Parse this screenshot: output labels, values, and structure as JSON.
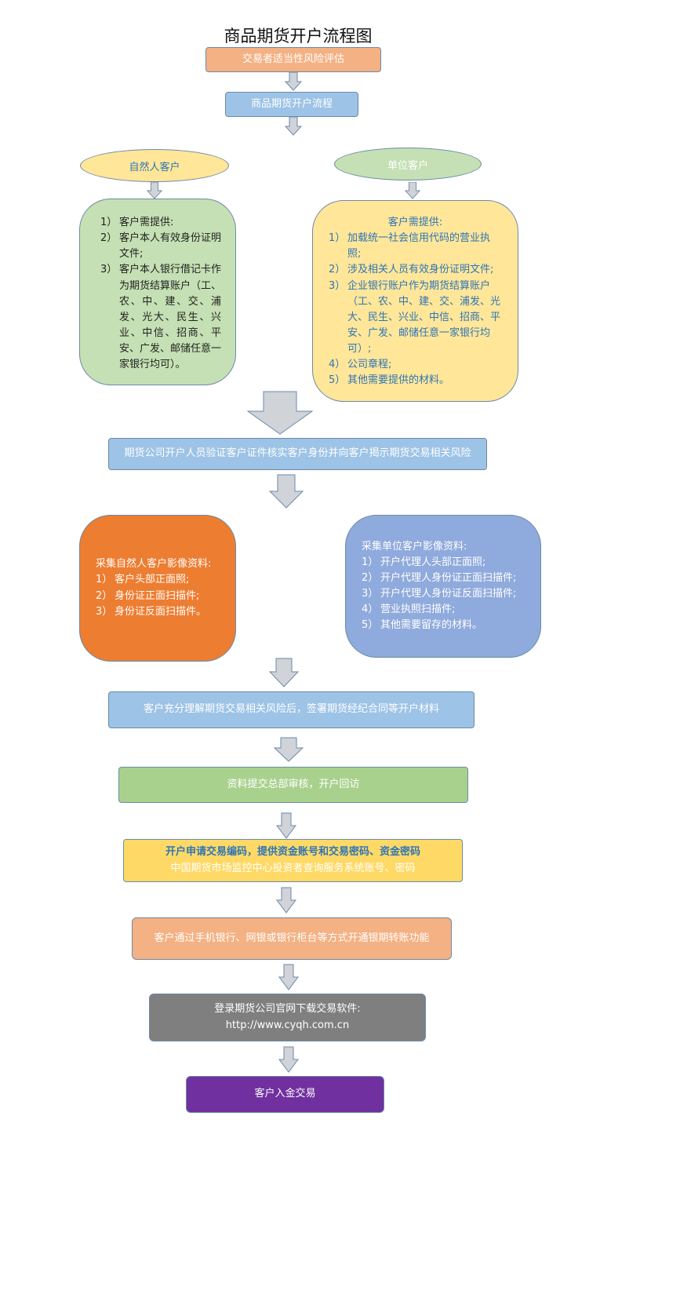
{
  "title": "商品期货开户流程图",
  "colors": {
    "salmon": "#f4b183",
    "blue": "#9dc3e6",
    "yellow_ellipse": "#ffe699",
    "green_ellipse": "#c5e0b4",
    "green_panel": "#c5e0b4",
    "yellow_panel": "#ffe699",
    "orange": "#ed7d31",
    "periwinkle": "#8faadc",
    "green_box": "#a9d18e",
    "yellow_box": "#ffd966",
    "gray": "#7f7f7f",
    "purple": "#7030a0",
    "arrow_fill": "#d0d3d8",
    "text_blue": "#2e75b6"
  },
  "steps": {
    "risk_assessment": "交易者适当性风险评估",
    "account_process": "商品期货开户流程",
    "natural_person": "自然人客户",
    "institution": "单位客户",
    "verify": "期货公司开户人员验证客户证件核实客户身份并向客户揭示期货交易相关风险",
    "sign_contract": "客户充分理解期货交易相关风险后，签署期货经纪合同等开户材料",
    "review": "资料提交总部审核，开户回访",
    "trading_code": {
      "line1": "开户申请交易编码，提供资金账号和交易密码、资金密码",
      "line2": "中国期货市场监控中心投资者查询服务系统账号、密码"
    },
    "bank_transfer": "客户通过手机银行、网银或银行柜台等方式开通银期转账功能",
    "download": {
      "line1": "登录期货公司官网下载交易软件:",
      "line2": "http://www.cyqh.com.cn"
    },
    "deposit": "客户入金交易"
  },
  "natural_requirements": [
    {
      "num": "1）",
      "text": "客户需提供:"
    },
    {
      "num": "2）",
      "text": "客户本人有效身份证明文件;"
    },
    {
      "num": "3）",
      "text": "客户本人银行借记卡作为期货结算账户（工、农、中、建、交、浦发、光大、民生、兴业、中信、招商、平安、广发、邮储任意一家银行均可）。"
    }
  ],
  "institution_requirements": {
    "heading": "客户需提供:",
    "items": [
      {
        "num": "1）",
        "text": "加载统一社会信用代码的营业执照;"
      },
      {
        "num": "2）",
        "text": "涉及相关人员有效身份证明文件;"
      },
      {
        "num": "3）",
        "text": "企业银行账户作为期货结算账户（工、农、中、建、交、浦发、光大、民生、兴业、中信、招商、平安、广发、邮储任意一家银行均可）;"
      },
      {
        "num": "4）",
        "text": "公司章程;"
      },
      {
        "num": "5）",
        "text": "其他需要提供的材料。"
      }
    ]
  },
  "natural_images": {
    "heading": "采集自然人客户影像资料:",
    "items": [
      {
        "num": "1）",
        "text": "客户头部正面照;"
      },
      {
        "num": "2）",
        "text": "身份证正面扫描件;"
      },
      {
        "num": "3）",
        "text": "身份证反面扫描件。"
      }
    ]
  },
  "institution_images": {
    "heading": "采集单位客户影像资料:",
    "items": [
      {
        "num": "1）",
        "text": "开户代理人头部正面照;"
      },
      {
        "num": "2）",
        "text": "开户代理人身份证正面扫描件;"
      },
      {
        "num": "3）",
        "text": "开户代理人身份证反面扫描件;"
      },
      {
        "num": "4）",
        "text": "营业执照扫描件;"
      },
      {
        "num": "5）",
        "text": "其他需要留存的材料。"
      }
    ]
  }
}
